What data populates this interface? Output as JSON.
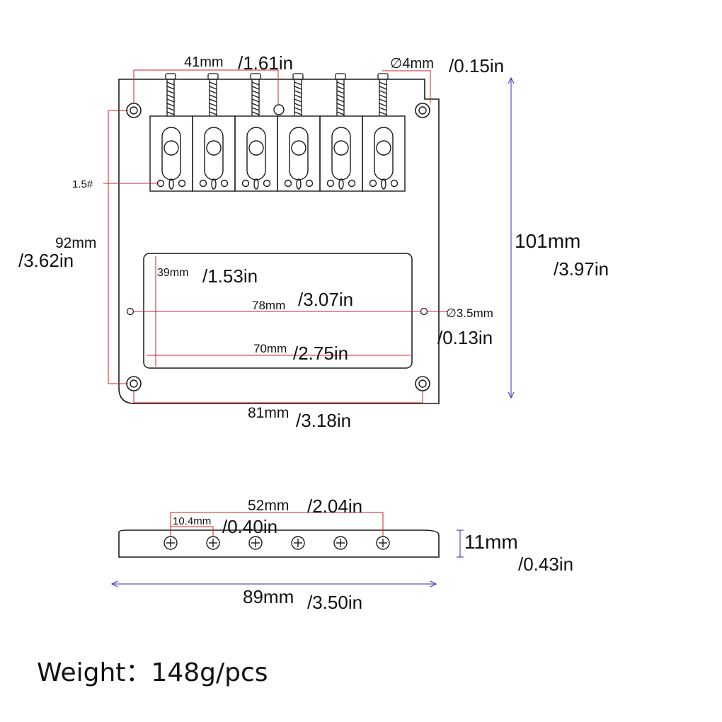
{
  "labels": {
    "top_spacing_mm": "41mm",
    "top_spacing_in": "/1.61in",
    "hole_dia_mm": "∅4mm",
    "hole_dia_in": "/0.15in",
    "screw_size": "1.5#",
    "height_mm": "92mm",
    "height_in": "/3.62in",
    "total_height_mm": "101mm",
    "total_height_in": "/3.97in",
    "opening_height_mm": "39mm",
    "opening_height_in": "/1.53in",
    "mount_spacing_mm": "78mm",
    "mount_spacing_in": "/3.07in",
    "mount_hole_mm": "∅3.5mm",
    "mount_hole_in": "/0.13in",
    "opening_width_mm": "70mm",
    "opening_width_in": "/2.75in",
    "bottom_spacing_mm": "81mm",
    "bottom_spacing_in": "/3.18in",
    "side_span_mm": "52mm",
    "side_span_in": "/2.04in",
    "side_pitch_mm": "10.4mm",
    "side_pitch_in": "/0.40in",
    "side_height_mm": "11mm",
    "side_height_in": "/0.43in",
    "side_length_mm": "89mm",
    "side_length_in": "/3.50in",
    "weight": "Weight：148g/pcs"
  },
  "colors": {
    "outline": "#1a1a1a",
    "dimension_red": "#d42020",
    "dimension_blue": "#2a2ab8"
  }
}
